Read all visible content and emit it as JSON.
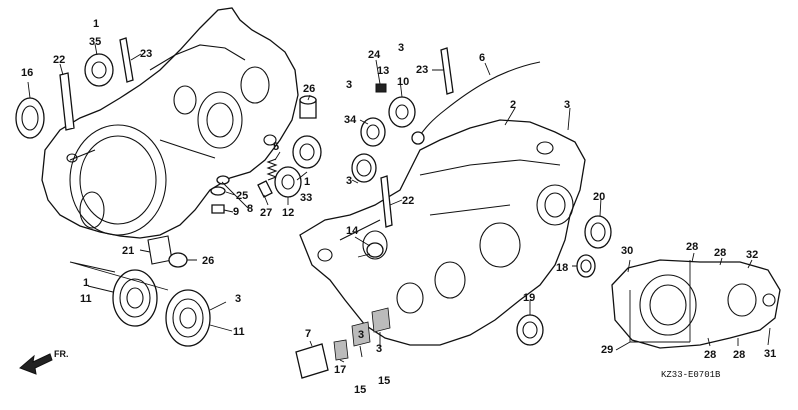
{
  "diagram": {
    "caption": "KZ33-E0701B",
    "direction_label": "FR.",
    "callouts": [
      "1",
      "35",
      "22",
      "23",
      "16",
      "26",
      "5",
      "1",
      "33",
      "25",
      "8",
      "9",
      "27",
      "12",
      "21",
      "26",
      "1",
      "11",
      "3",
      "11",
      "24",
      "3",
      "13",
      "10",
      "23",
      "6",
      "3",
      "34",
      "2",
      "3",
      "3",
      "22",
      "14",
      "20",
      "18",
      "30",
      "28",
      "28",
      "32",
      "19",
      "7",
      "3",
      "3",
      "17",
      "15",
      "15",
      "29",
      "28",
      "28",
      "31"
    ]
  }
}
